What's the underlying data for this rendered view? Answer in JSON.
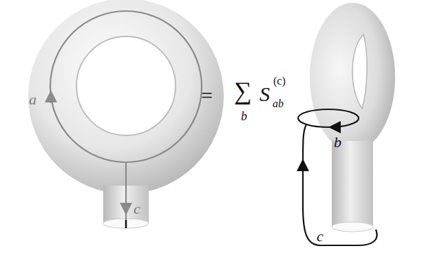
{
  "diagram": {
    "labels": [
      "a",
      "c",
      "=",
      "∑",
      "b",
      "S",
      "(c)",
      "ab",
      "b",
      "c"
    ]
  }
}
